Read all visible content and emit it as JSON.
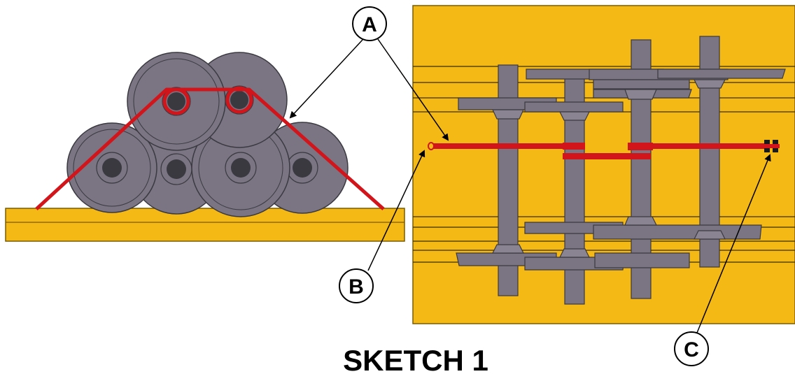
{
  "title": "SKETCH 1",
  "callouts": [
    {
      "id": "a",
      "letter": "A"
    },
    {
      "id": "b",
      "letter": "B"
    },
    {
      "id": "c",
      "letter": "C"
    }
  ],
  "colors": {
    "deck": "#F5B915",
    "deck_outline": "#7A5A00",
    "wheel": "#7A7483",
    "wheel_dark": "#3B3940",
    "strap": "#D2141B",
    "ink": "#000000"
  }
}
